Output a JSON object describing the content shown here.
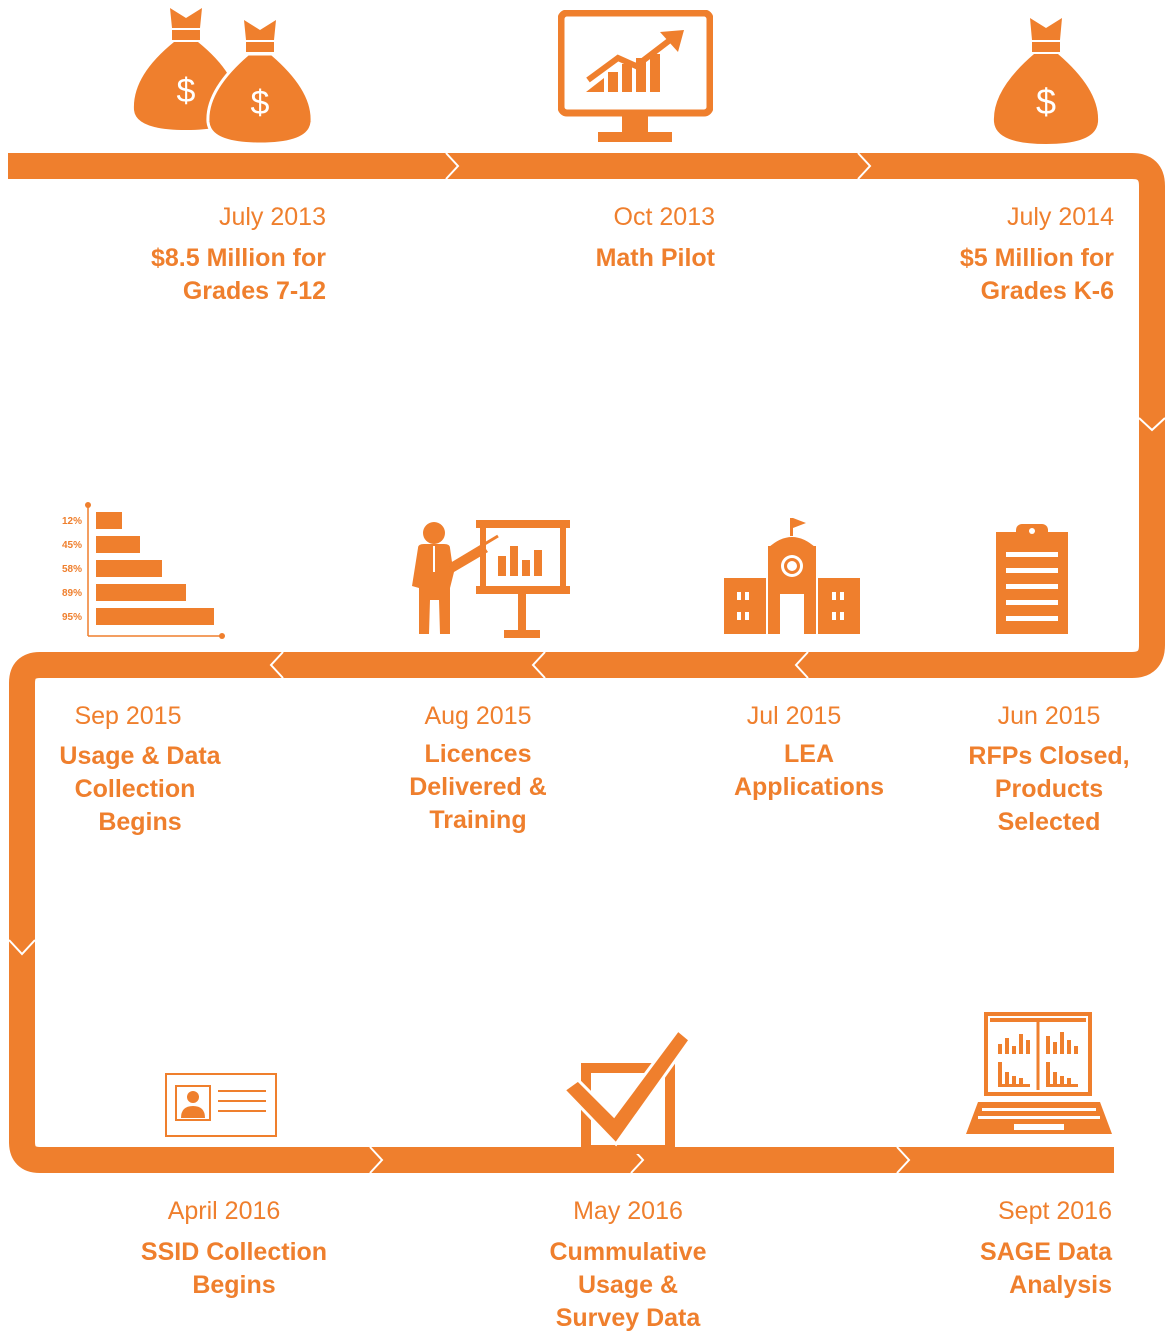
{
  "brand_color": "#ef7f2d",
  "milestones": [
    {
      "date": "July 2013",
      "title_lines": [
        "$8.5 Million for",
        "Grades 7-12"
      ],
      "icon": "money-bags-icon"
    },
    {
      "date": "Oct 2013",
      "title_lines": [
        "Math Pilot"
      ],
      "icon": "monitor-growth-chart-icon"
    },
    {
      "date": "July 2014",
      "title_lines": [
        "$5 Million for",
        "Grades K-6"
      ],
      "icon": "money-bag-icon"
    },
    {
      "date": "Jun 2015",
      "title_lines": [
        "RFPs Closed,",
        "Products",
        "Selected"
      ],
      "icon": "clipboard-icon"
    },
    {
      "date": "Jul 2015",
      "title_lines": [
        "LEA",
        "Applications"
      ],
      "icon": "school-building-icon"
    },
    {
      "date": "Aug 2015",
      "title_lines": [
        "Licences",
        "Delivered &",
        "Training"
      ],
      "icon": "presenter-icon"
    },
    {
      "date": "Sep 2015",
      "title_lines": [
        "Usage & Data",
        "Collection",
        "Begins"
      ],
      "icon": "bar-chart-icon"
    },
    {
      "date": "April 2016",
      "title_lines": [
        "SSID Collection",
        "Begins"
      ],
      "icon": "id-card-icon"
    },
    {
      "date": "May 2016",
      "title_lines": [
        "Cummulative",
        "Usage &",
        "Survey Data"
      ],
      "icon": "checkbox-icon"
    },
    {
      "date": "Sept 2016",
      "title_lines": [
        "SAGE Data",
        "Analysis"
      ],
      "icon": "laptop-chart-icon"
    }
  ],
  "bar_chart_icon_labels": [
    "12%",
    "45%",
    "58%",
    "89%",
    "95%"
  ]
}
